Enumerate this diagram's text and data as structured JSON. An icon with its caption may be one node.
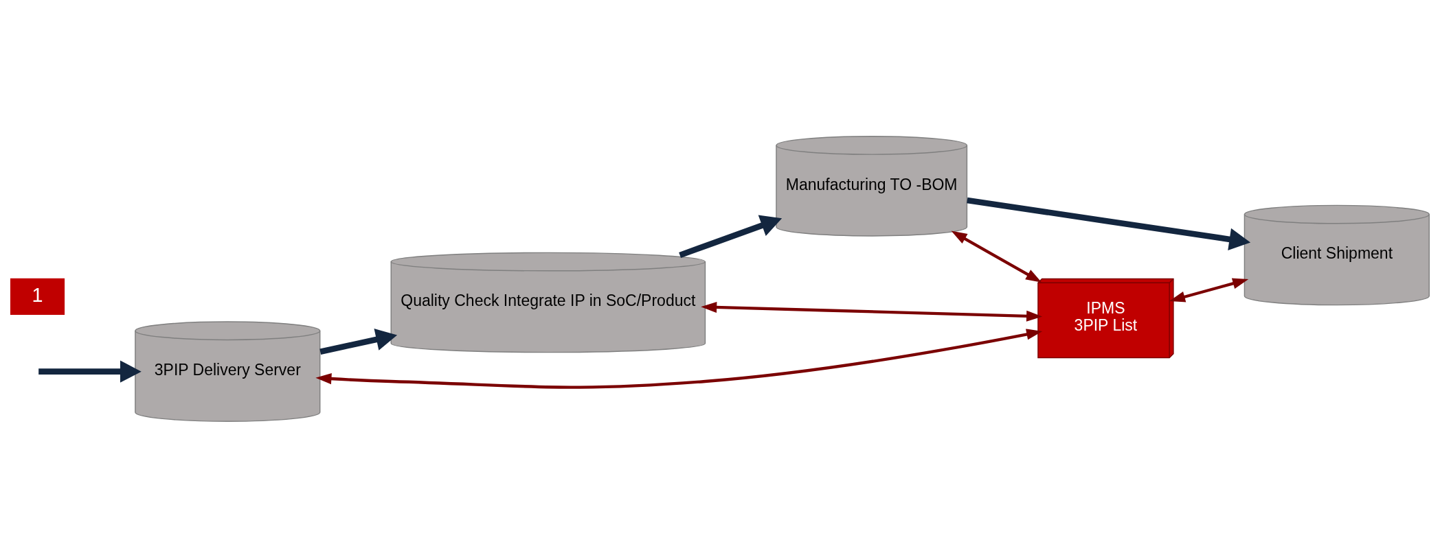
{
  "diagram": {
    "nodes": [
      {
        "text": [
          "3PIP Delivery Server"
        ]
      },
      {
        "text": [
          "Quality Check Integrate IP in SoC/Product"
        ]
      },
      {
        "text": [
          "Manufacturing TO -BOM"
        ]
      },
      {
        "text": [
          "Client Shipment"
        ]
      },
      {
        "text": [
          "IPMS",
          "3PIP List"
        ]
      }
    ],
    "edges": [
      {
        "from": null,
        "to": 0,
        "arrow": "to",
        "style": "thick",
        "color": "#13263f"
      },
      {
        "from": 0,
        "to": 1,
        "arrow": "to",
        "style": "thick",
        "color": "#13263f"
      },
      {
        "from": 1,
        "to": 2,
        "arrow": "to",
        "style": "thick",
        "color": "#13263f"
      },
      {
        "from": 2,
        "to": 3,
        "arrow": "to",
        "style": "thick",
        "color": "#13263f"
      },
      {
        "from": 1,
        "to": 4,
        "arrow": "both",
        "color": "#7b0000"
      },
      {
        "from": 2,
        "to": 4,
        "arrow": "both",
        "color": "#7b0000"
      },
      {
        "from": 0,
        "to": 4,
        "arrow": "both",
        "color": "#7b0000"
      },
      {
        "from": 4,
        "to": 3,
        "arrow": "both",
        "color": "#7b0000"
      }
    ],
    "labels": [
      "1"
    ]
  }
}
